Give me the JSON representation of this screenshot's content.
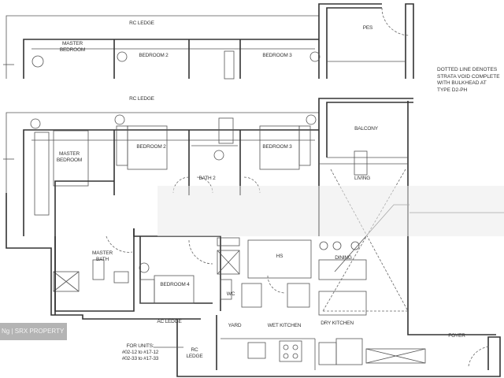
{
  "plan_upper": {
    "rc_ledge": "RC LEDGE",
    "master_bedroom": [
      "MASTER",
      "BEDROOM"
    ],
    "bedroom_2": "BEDROOM 2",
    "bedroom_3": "BEDROOM 3",
    "pes": "PES"
  },
  "note": [
    "DOTTED LINE DENOTES",
    "STRATA VOID COMPLETE",
    "WITH BULKHEAD AT",
    "TYPE D2-PH"
  ],
  "plan_main": {
    "rc_ledge": "RC LEDGE",
    "balcony": "BALCONY",
    "master_bedroom": [
      "MASTER",
      "BEDROOM"
    ],
    "bedroom_2": "BEDROOM 2",
    "bath_2": "BATH 2",
    "bedroom_3": "BEDROOM 3",
    "living": "LIVING",
    "master_bath": [
      "MASTER",
      "BATH"
    ],
    "bedroom_4": "BEDROOM 4",
    "hs": "HS",
    "dining": "DINING",
    "wc": "WC",
    "ac_ledge": "AC LEDGE",
    "yard": "YARD",
    "wet_kitchen": "WET KITCHEN",
    "dry_kitchen": "DRY KITCHEN",
    "foyer": "FOYER",
    "rc_ledge_bottom": [
      "RC",
      "LEDGE"
    ],
    "for_units": [
      "FOR UNITS:",
      "#02-12 to #17-12",
      "#02-33 to #17-33"
    ]
  },
  "watermark": "Ng | SRX PROPERTY"
}
